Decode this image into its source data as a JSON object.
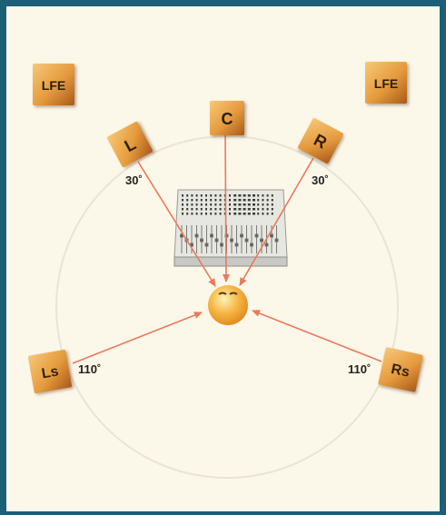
{
  "colors": {
    "frame": "#1b5f78",
    "background": "#fbf7e9",
    "circle": "#ebe3d6",
    "arrow": "#e87a5a",
    "speaker_light": "#f3b45c",
    "speaker_dark": "#b5651d"
  },
  "speakers": {
    "lfe_left": "LFE",
    "lfe_right": "LFE",
    "left": "L",
    "center": "C",
    "right": "R",
    "left_surround": "Ls",
    "right_surround": "Rs"
  },
  "angles": {
    "left": "30˚",
    "right": "30˚",
    "left_surround": "110˚",
    "right_surround": "110˚"
  },
  "icons": {
    "mixer": "mixing-console-icon",
    "listener": "listener-head-icon"
  }
}
